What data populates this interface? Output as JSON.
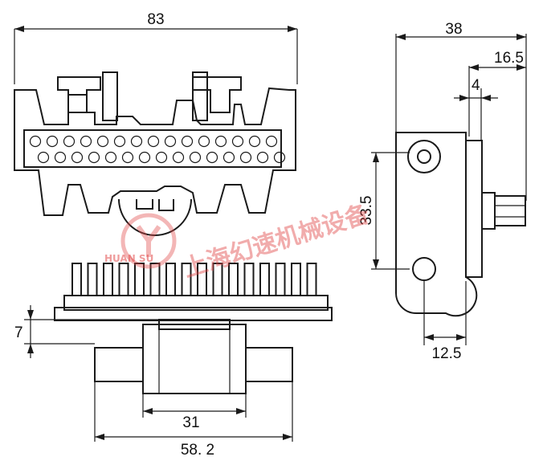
{
  "dimensions": {
    "overall_width": "83",
    "side_width": "38",
    "side_offset": "16.5",
    "side_thickness": "4",
    "hole_spacing": "33.5",
    "side_base": "12.5",
    "bottom_height": "7",
    "bottom_inner": "31",
    "bottom_outer": "58. 2"
  },
  "watermark": {
    "text": "上海幻速机械设备",
    "brand": "HUAN SU"
  },
  "colors": {
    "line": "#1a1a1a",
    "watermark": "#e24a4a"
  }
}
